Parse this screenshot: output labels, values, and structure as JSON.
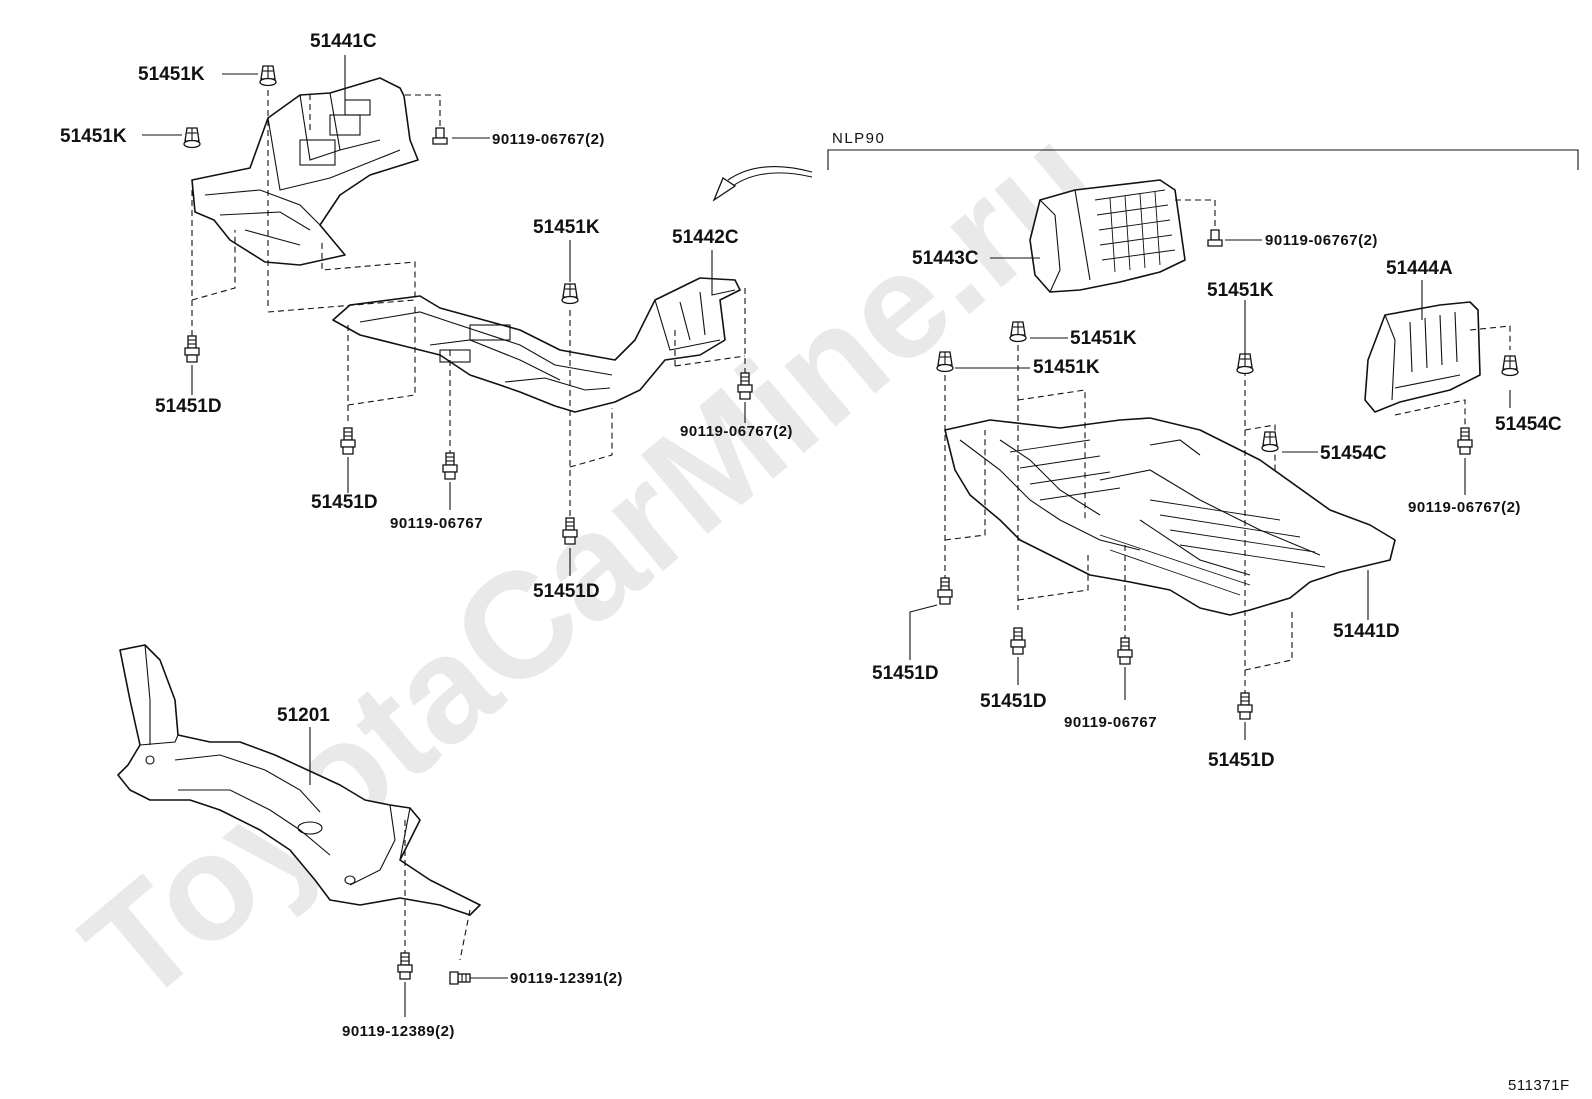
{
  "watermark": "ToyotaCarMine.ru",
  "figure_code": "511371F",
  "group_label": "NLP90",
  "labels": {
    "l_51441C": "51441C",
    "l_51451K_a": "51451K",
    "l_51451K_b": "51451K",
    "l_90119_06767_2_a": "90119-06767(2)",
    "l_51451D_a": "51451D",
    "l_51451K_c": "51451K",
    "l_51442C": "51442C",
    "l_90119_06767_2_b": "90119-06767(2)",
    "l_51451D_b": "51451D",
    "l_90119_06767_a": "90119-06767",
    "l_51451D_c": "51451D",
    "l_51201": "51201",
    "l_90119_12391_2": "90119-12391(2)",
    "l_90119_12389_2": "90119-12389(2)",
    "l_51443C": "51443C",
    "l_90119_06767_2_c": "90119-06767(2)",
    "l_51444A": "51444A",
    "l_51451K_d": "51451K",
    "l_51451K_e": "51451K",
    "l_51451K_f": "51451K",
    "l_51454C_a": "51454C",
    "l_51454C_b": "51454C",
    "l_90119_06767_2_d": "90119-06767(2)",
    "l_51441D": "51441D",
    "l_51451D_d": "51451D",
    "l_51451D_e": "51451D",
    "l_90119_06767_b": "90119-06767",
    "l_51451D_f": "51451D"
  }
}
